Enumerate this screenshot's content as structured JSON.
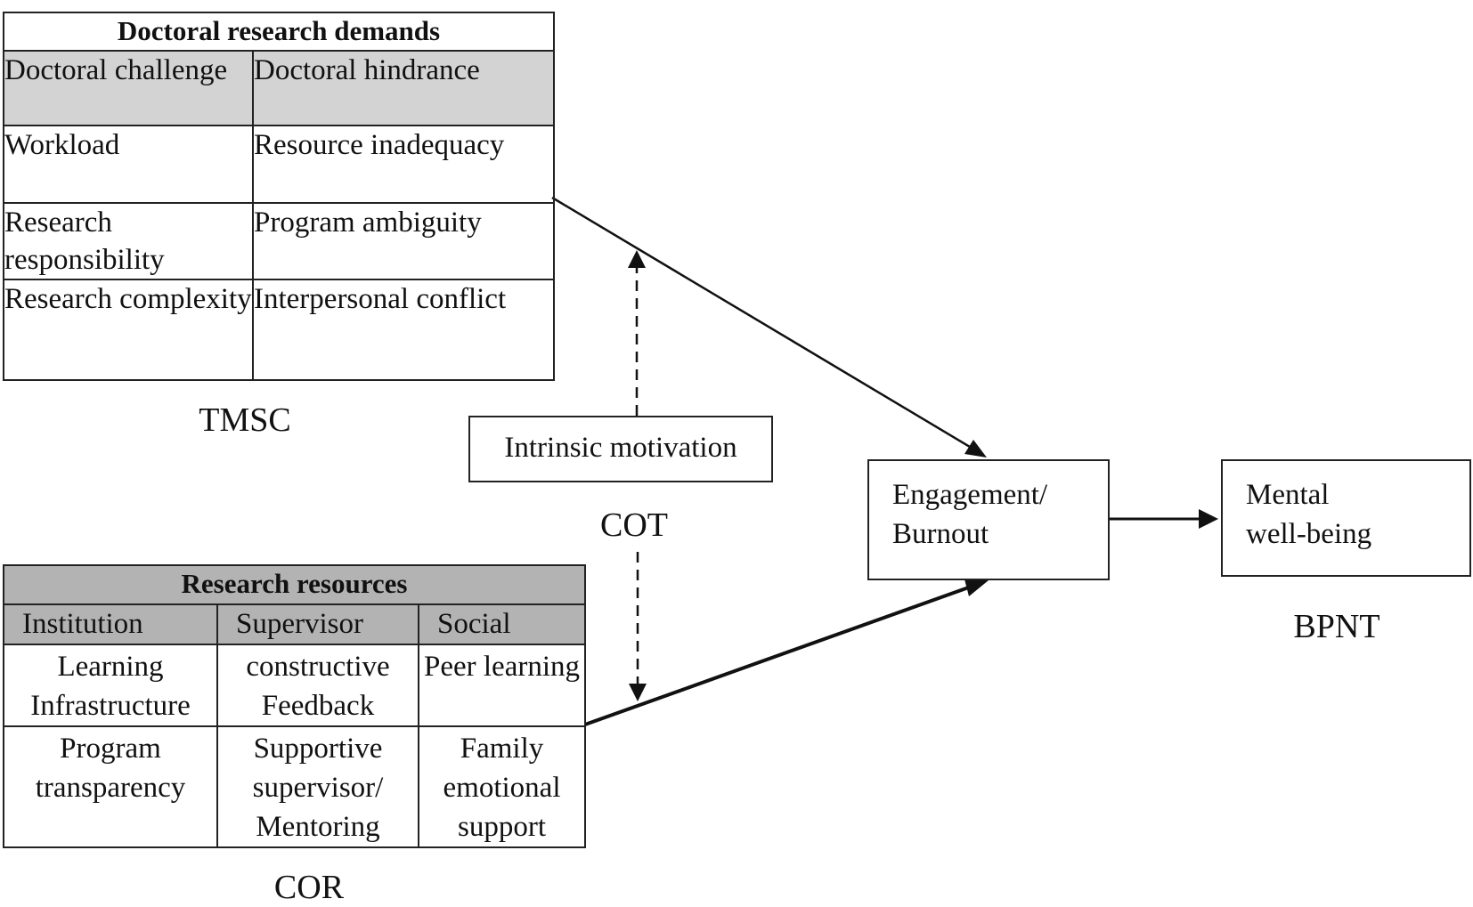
{
  "demands_table": {
    "title": "Doctoral research demands",
    "headers": [
      "Doctoral challenge",
      "Doctoral hindrance"
    ],
    "rows": [
      [
        "Workload",
        "Resource inadequacy"
      ],
      [
        "Research responsibility",
        "Program ambiguity"
      ],
      [
        "Research complexity",
        "Interpersonal conflict"
      ]
    ],
    "theory_label": "TMSC"
  },
  "resources_table": {
    "title": "Research resources",
    "headers": [
      "Institution",
      "Supervisor",
      "Social"
    ],
    "rows": [
      [
        "Learning Infrastructure",
        "constructive Feedback",
        "Peer learning"
      ],
      [
        "Program transparency",
        "Supportive supervisor/ Mentoring",
        "Family emotional support"
      ]
    ],
    "theory_label": "COR"
  },
  "moderator": {
    "label": "Intrinsic motivation",
    "theory_label": "COT"
  },
  "mediator": {
    "line1": "Engagement/",
    "line2": "Burnout"
  },
  "outcome": {
    "line1": "Mental",
    "line2": "well-being",
    "theory_label": "BPNT"
  },
  "edges": [
    {
      "from": "Doctoral research demands",
      "to": "Engagement/Burnout",
      "style": "solid"
    },
    {
      "from": "Research resources",
      "to": "Engagement/Burnout",
      "style": "solid"
    },
    {
      "from": "Intrinsic motivation",
      "to": "demands path",
      "style": "dashed"
    },
    {
      "from": "Intrinsic motivation",
      "to": "resources path",
      "style": "dashed"
    },
    {
      "from": "Engagement/Burnout",
      "to": "Mental well-being",
      "style": "solid"
    }
  ]
}
